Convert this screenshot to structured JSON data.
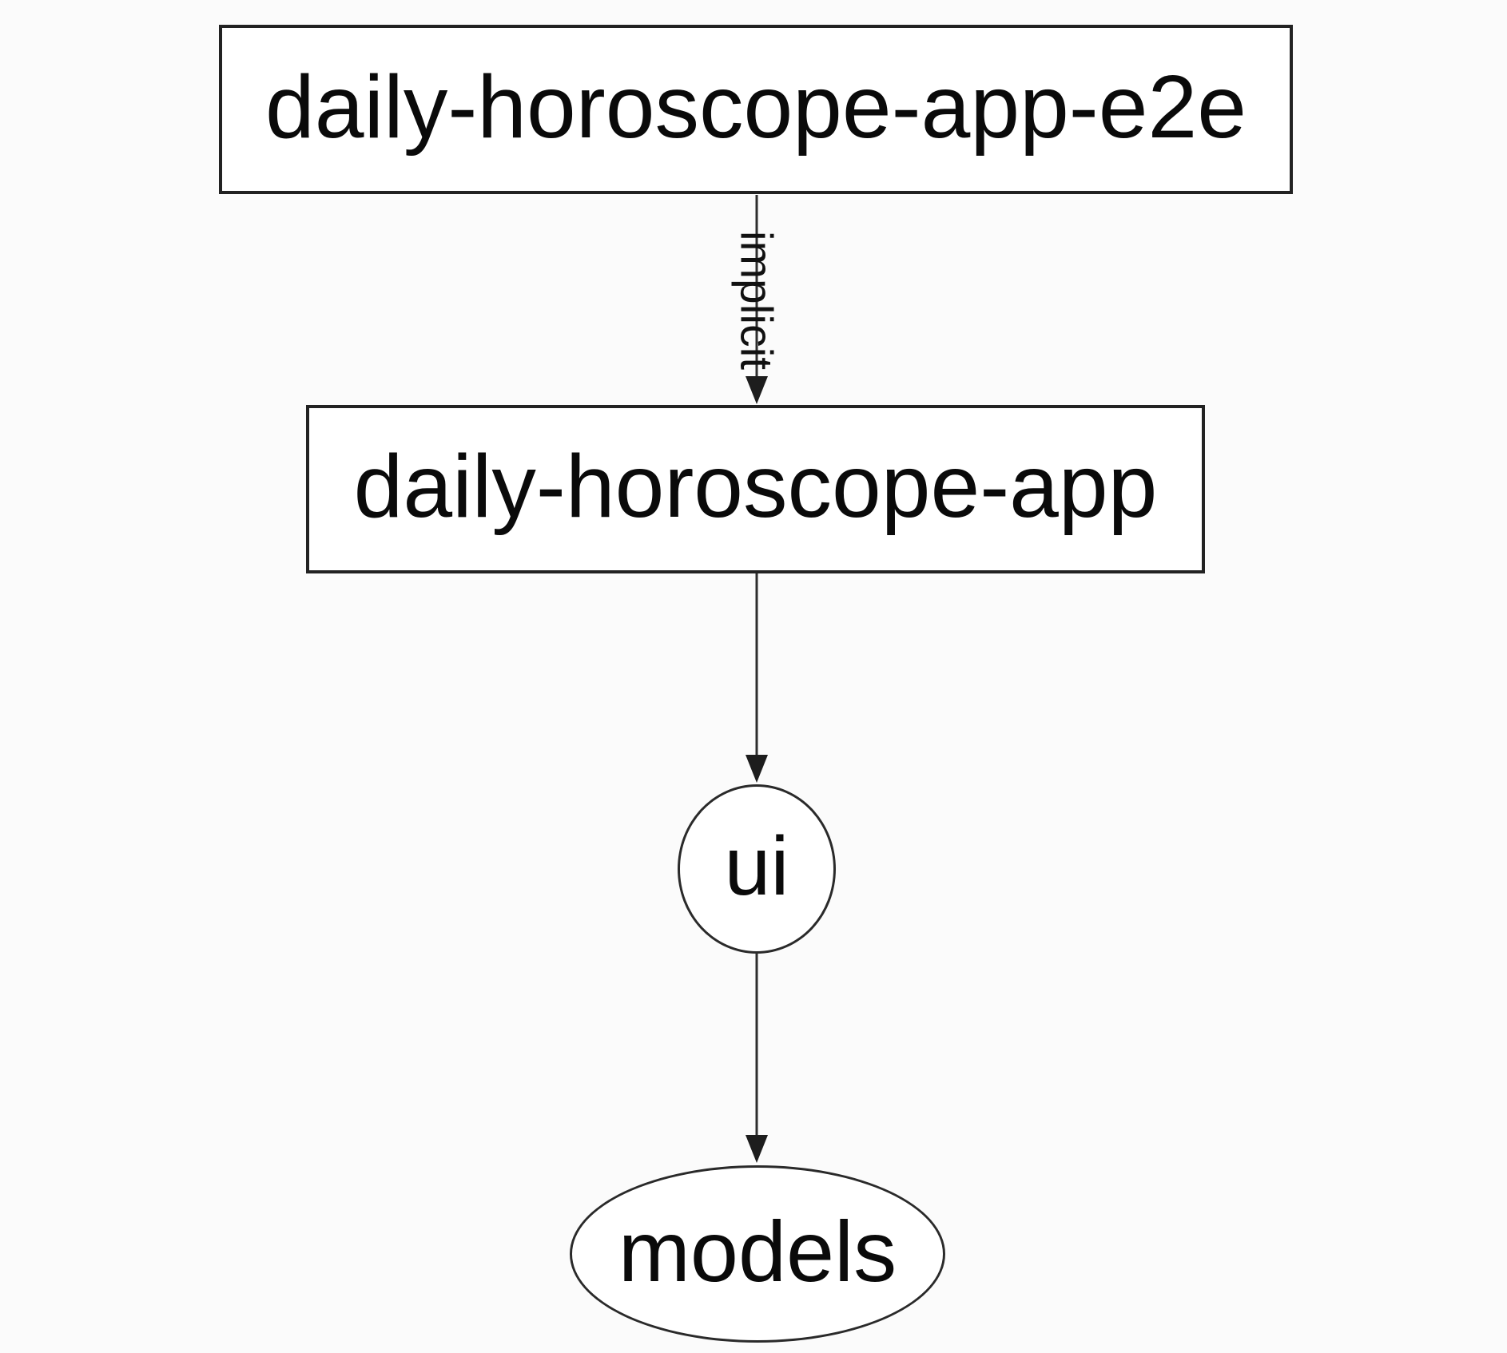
{
  "diagram": {
    "type": "dependency-graph",
    "background_color": "#fbfbfb",
    "node_fill_color": "#ffffff",
    "stroke_color": "#2a2a2a",
    "text_color": "#0a0a0a",
    "nodes": [
      {
        "id": "daily-horoscope-app-e2e",
        "label": "daily-horoscope-app-e2e",
        "shape": "rectangle"
      },
      {
        "id": "daily-horoscope-app",
        "label": "daily-horoscope-app",
        "shape": "rectangle"
      },
      {
        "id": "ui",
        "label": "ui",
        "shape": "ellipse"
      },
      {
        "id": "models",
        "label": "models",
        "shape": "ellipse"
      }
    ],
    "edges": [
      {
        "from": "daily-horoscope-app-e2e",
        "to": "daily-horoscope-app",
        "label": "implicit",
        "arrow": "down"
      },
      {
        "from": "daily-horoscope-app",
        "to": "ui",
        "label": "",
        "arrow": "down"
      },
      {
        "from": "ui",
        "to": "models",
        "label": "",
        "arrow": "down"
      }
    ]
  }
}
